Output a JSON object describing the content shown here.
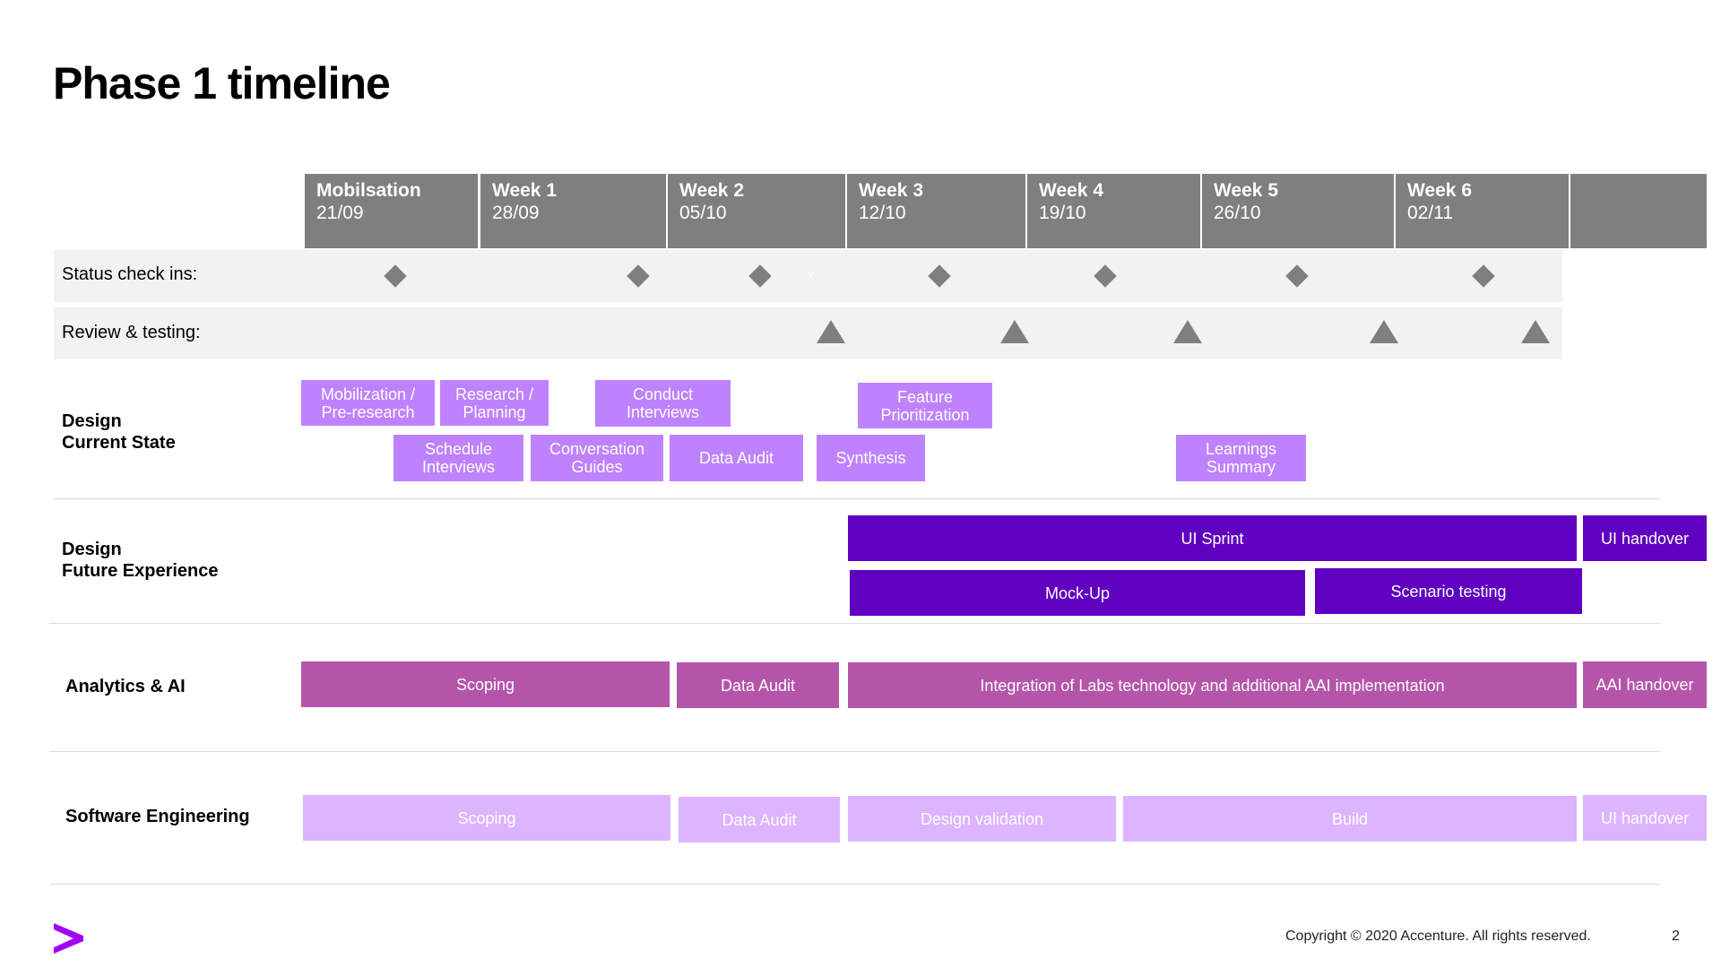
{
  "title": "Phase 1 timeline",
  "weeks": [
    {
      "name": "Mobilsation",
      "date": "21/09"
    },
    {
      "name": "Week 1",
      "date": "28/09"
    },
    {
      "name": "Week 2",
      "date": "05/10"
    },
    {
      "name": "Week 3",
      "date": "12/10"
    },
    {
      "name": "Week 4",
      "date": "19/10"
    },
    {
      "name": "Week 5",
      "date": "26/10"
    },
    {
      "name": "Week 6",
      "date": "02/11"
    },
    {
      "name": "",
      "date": ""
    }
  ],
  "rows": {
    "status": "Status check ins:",
    "review": "Review & testing:",
    "status_mark": "x"
  },
  "sections": {
    "design_current_1": "Design",
    "design_current_2": "Current State",
    "design_future_1": "Design",
    "design_future_2": "Future Experience",
    "analytics": "Analytics & AI",
    "software": "Software Engineering"
  },
  "tasks": {
    "mobilization": "Mobilization / Pre-research",
    "research": "Research / Planning",
    "conduct": "Conduct Interviews",
    "feature": "Feature Prioritization",
    "schedule": "Schedule Interviews",
    "conversation": "Conversation Guides",
    "data_audit_dcs": "Data Audit",
    "synthesis": "Synthesis",
    "learnings": "Learnings Summary",
    "ui_sprint": "UI Sprint",
    "ui_handover_dfe": "UI handover",
    "mockup": "Mock-Up",
    "scenario": "Scenario testing",
    "scoping_ai": "Scoping",
    "data_audit_ai": "Data Audit",
    "integration": "Integration of Labs technology and additional AAI implementation",
    "aai_handover": "AAI handover",
    "scoping_se": "Scoping",
    "data_audit_se": "Data Audit",
    "design_validation": "Design validation",
    "build": "Build",
    "ui_handover_se": "UI handover"
  },
  "colors": {
    "header_gray": "#7f7f7f",
    "band_gray": "#f2f2f2",
    "light_purple": "#be82ff",
    "deep_purple": "#6000c0",
    "magenta": "#b455aa",
    "pale_purple": "#dcb4ff",
    "brand_purple": "#a100ff"
  },
  "footer": {
    "copyright": "Copyright © 2020 Accenture. All rights reserved.",
    "page": "2"
  },
  "logo_icon": "accenture-chevron-logo"
}
